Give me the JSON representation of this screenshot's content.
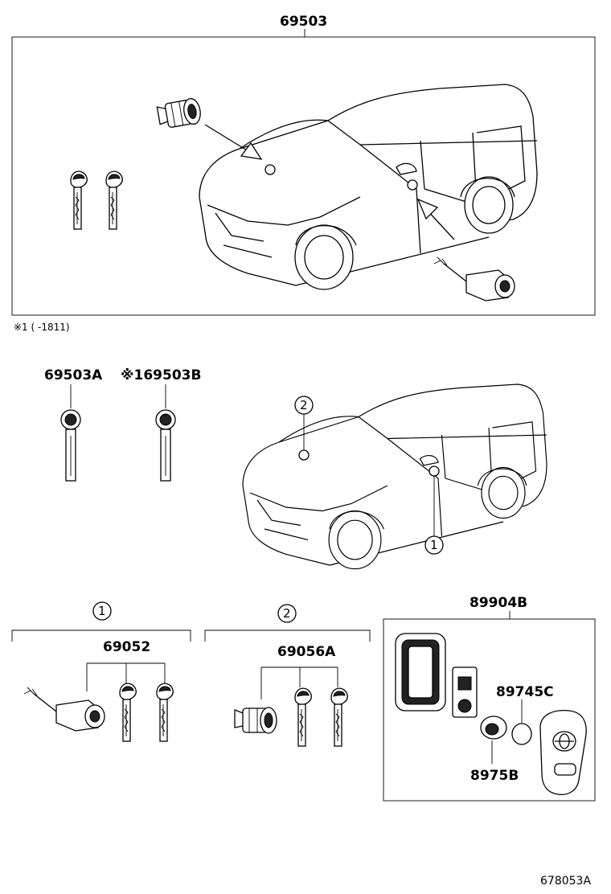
{
  "parts": {
    "p69503": "69503",
    "p69503A": "69503A",
    "p69503B": "※169503B",
    "p69052": "69052",
    "p69056A": "69056A",
    "p89904B": "89904B",
    "p89745C": "89745C",
    "p8975B": "8975B"
  },
  "notes": {
    "footnote": "※1 (      -1811)"
  },
  "callouts": {
    "c1": "1",
    "c2": "2",
    "g1": "1",
    "g2": "2"
  },
  "diagram_code": "678053A"
}
